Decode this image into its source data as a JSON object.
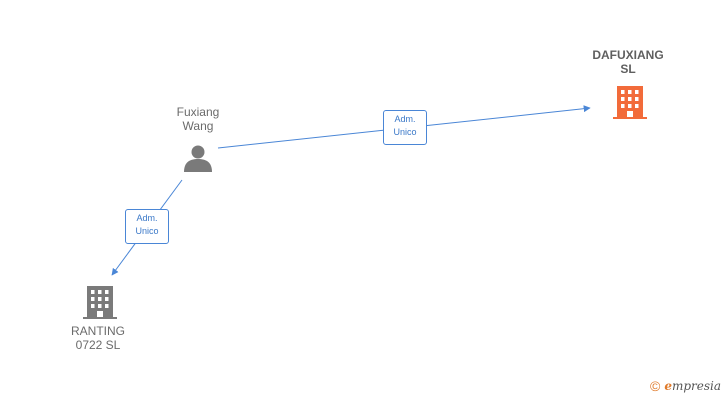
{
  "nodes": {
    "person": {
      "line1": "Fuxiang",
      "line2": "Wang"
    },
    "company_main": {
      "line1": "DAFUXIANG",
      "line2": "SL"
    },
    "company_sub": {
      "line1": "RANTING",
      "line2": "0722  SL"
    }
  },
  "edges": {
    "to_main": {
      "line1": "Adm.",
      "line2": "Unico"
    },
    "to_sub": {
      "line1": "Adm.",
      "line2": "Unico"
    }
  },
  "watermark": {
    "symbol": "©",
    "initial": "e",
    "rest": "mpresia"
  },
  "colors": {
    "edge": "#4a86d6",
    "person_icon": "#7a7a7a",
    "company_main_icon": "#f26b3a",
    "company_sub_icon": "#7a7a7a"
  }
}
